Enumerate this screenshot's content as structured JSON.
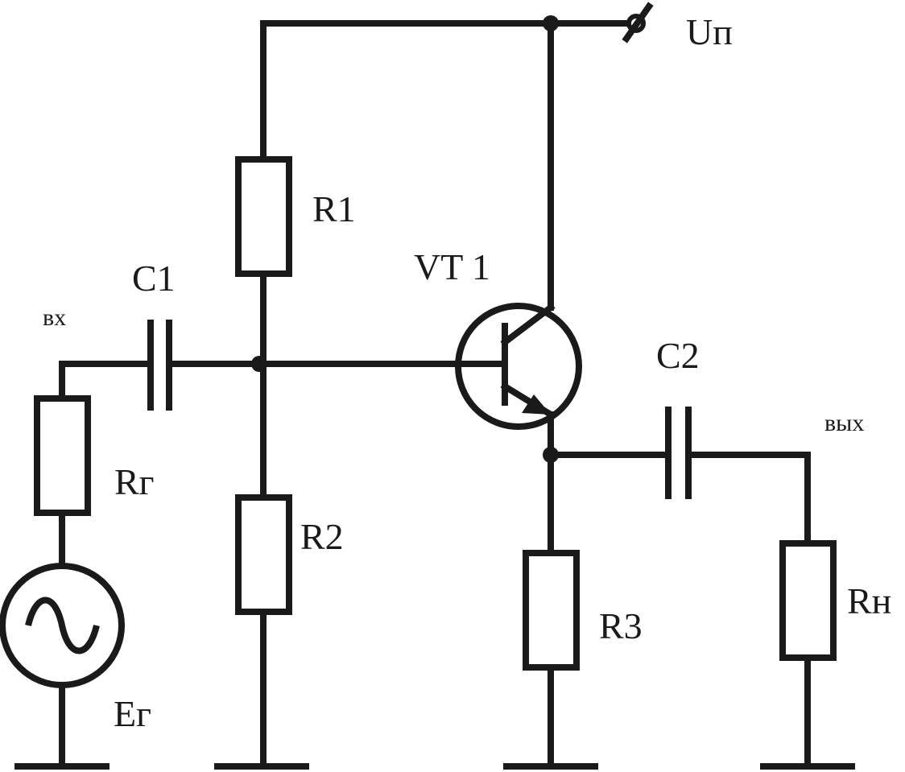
{
  "labels": {
    "supply": "Uп",
    "r1": "R1",
    "r2": "R2",
    "r3": "R3",
    "rg": "Rг",
    "rn": "Rн",
    "c1": "C1",
    "c2": "C2",
    "vt1": "VT 1",
    "eg": "Eг",
    "input": "вх",
    "output": "вых"
  },
  "colors": {
    "ink": "#1a1a1a",
    "background": "#ffffff"
  }
}
